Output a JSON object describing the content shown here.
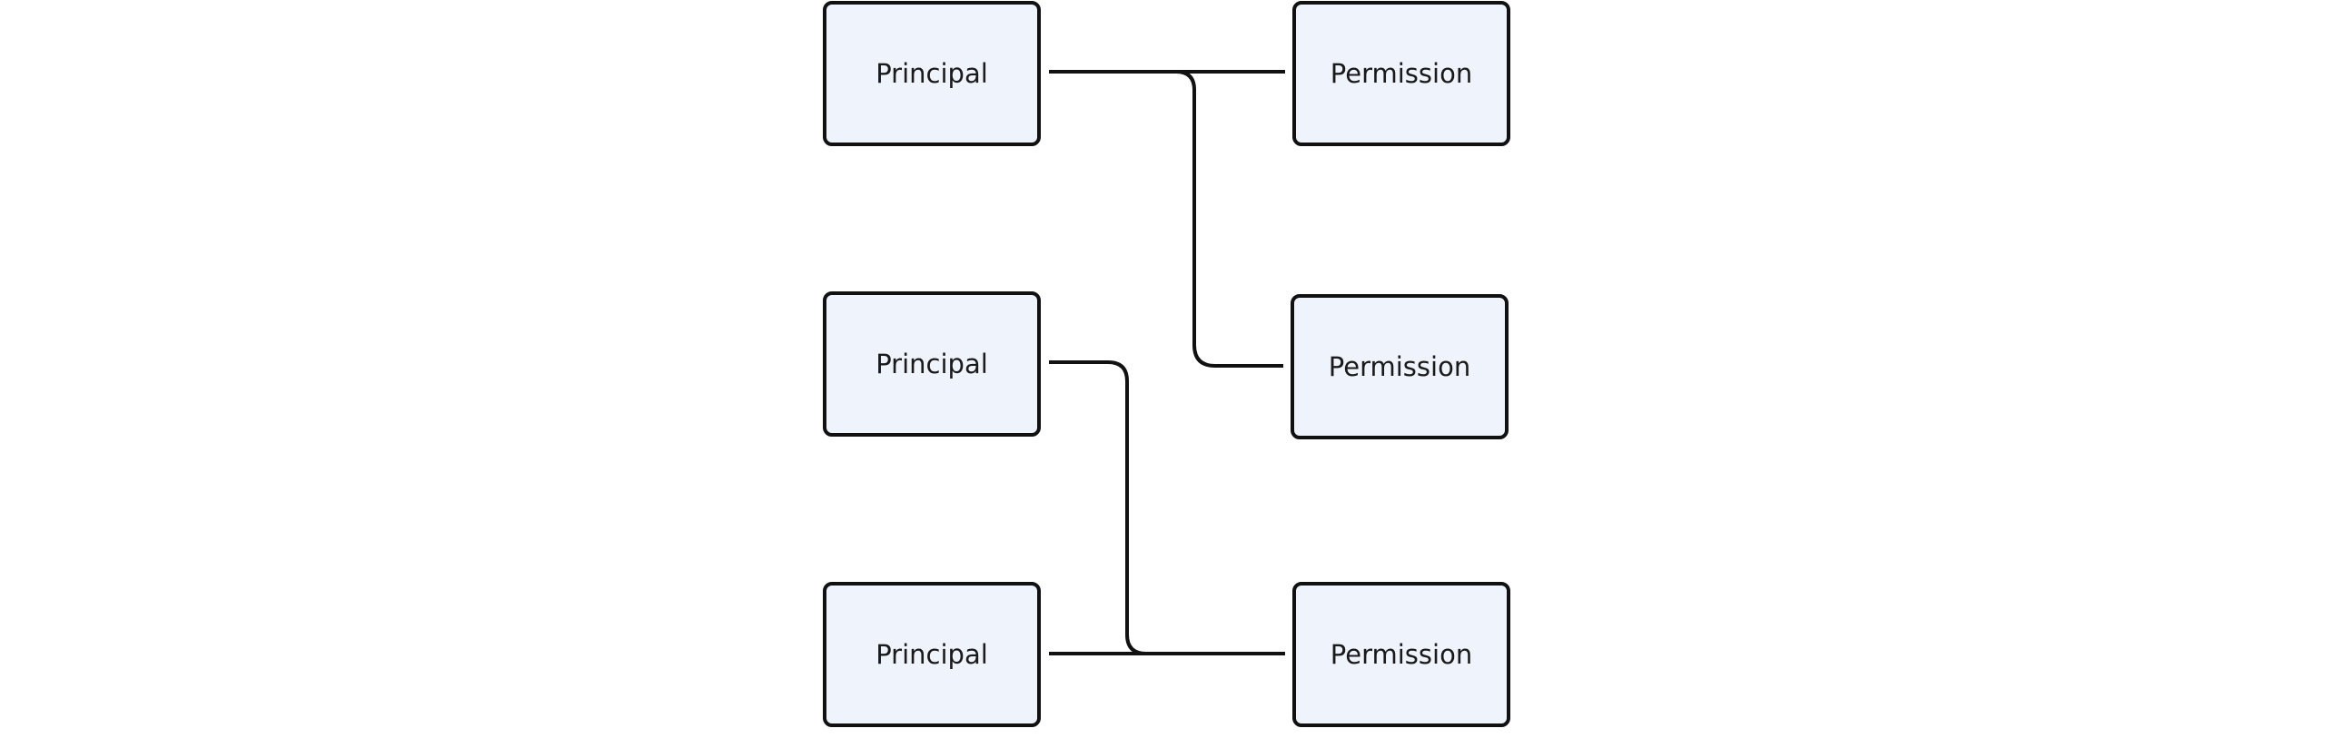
{
  "diagram": {
    "nodes": [
      {
        "id": "p1",
        "label": "Principal"
      },
      {
        "id": "p2",
        "label": "Principal"
      },
      {
        "id": "p3",
        "label": "Principal"
      },
      {
        "id": "perm1",
        "label": "Permission"
      },
      {
        "id": "perm2",
        "label": "Permission"
      },
      {
        "id": "perm3",
        "label": "Permission"
      }
    ],
    "edges": [
      {
        "from": "p1",
        "to": "perm1"
      },
      {
        "from": "p1",
        "to": "perm2"
      },
      {
        "from": "p2",
        "to": "perm3"
      },
      {
        "from": "p3",
        "to": "perm3"
      }
    ],
    "colors": {
      "node_fill": "#eef3fc",
      "stroke": "#111111",
      "text": "#1a1a1a"
    }
  }
}
